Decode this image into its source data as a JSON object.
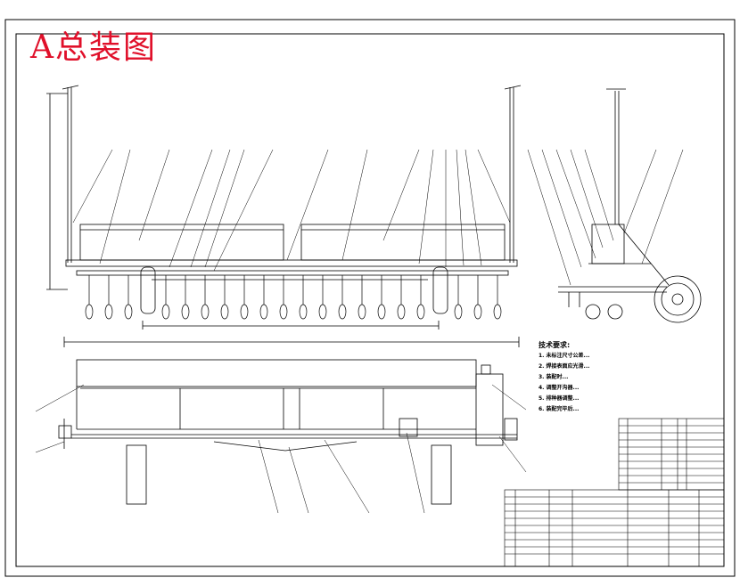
{
  "drawing": {
    "title": "A总装图",
    "tech_requirements": {
      "heading": "技术要求:",
      "items": [
        "1. 未标注尺寸公差...",
        "2. 焊接表面应光滑...",
        "3. 装配时...",
        "4. 调整开沟器...",
        "5. 排种器调整...",
        "6. 装配完毕后..."
      ]
    }
  }
}
